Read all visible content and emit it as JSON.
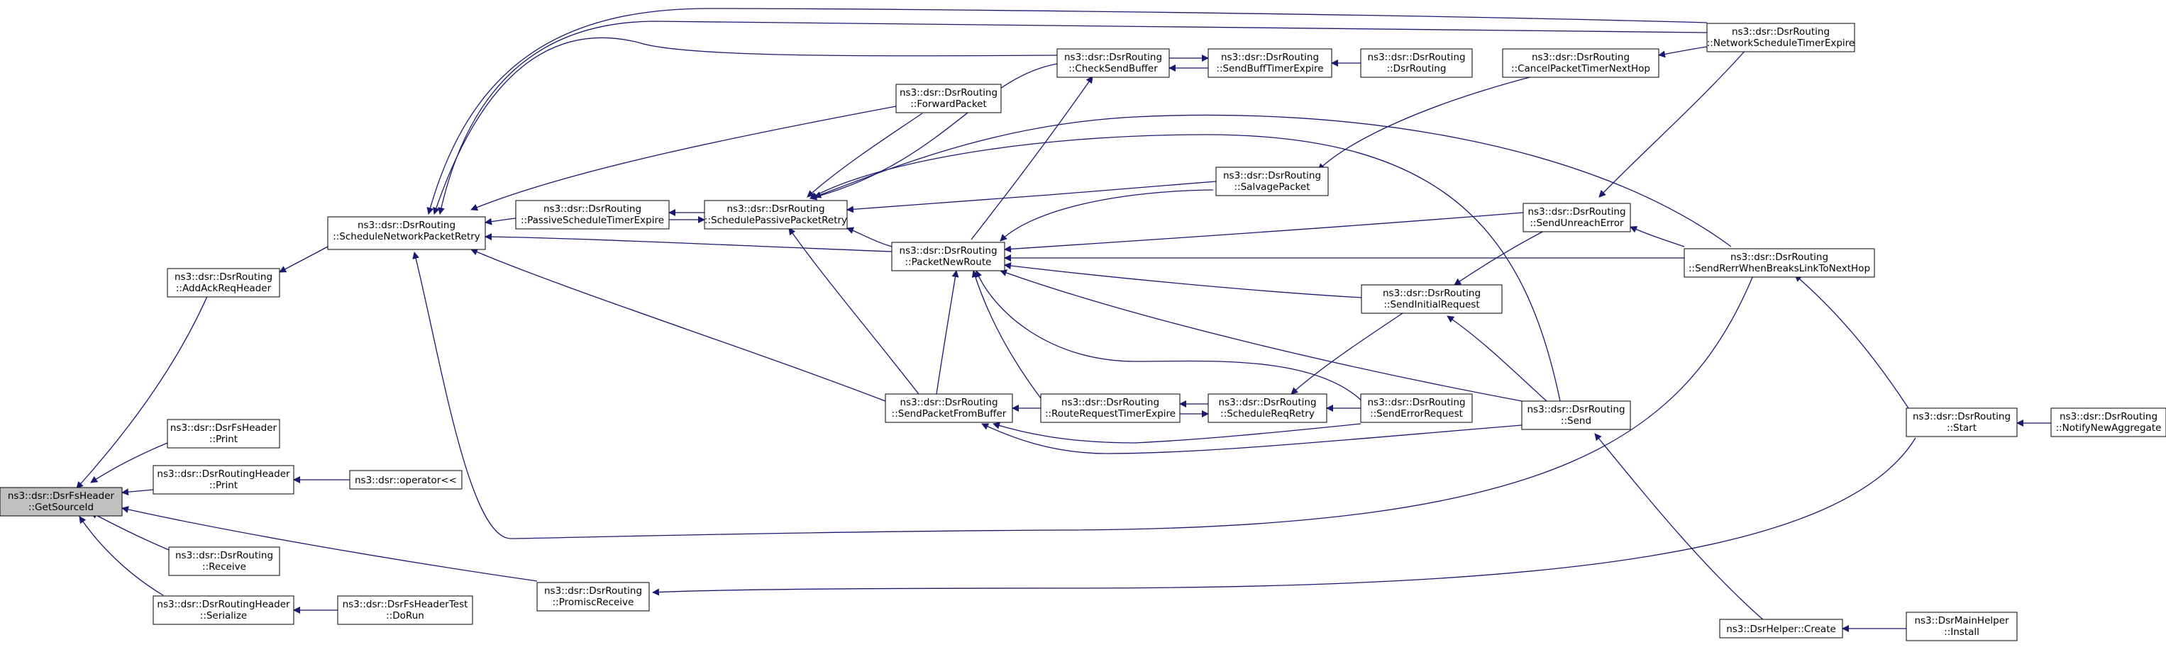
{
  "graph": {
    "title": "",
    "colors": {
      "node_fill": "#ffffff",
      "root_fill": "#bfbfbf",
      "edge": "#191970",
      "text": "#000000"
    },
    "nodes": {
      "getsourceid": {
        "line1": "ns3::dsr::DsrFsHeader",
        "line2": "::GetSourceId"
      },
      "addackreqheader": {
        "line1": "ns3::dsr::DsrRouting",
        "line2": "::AddAckReqHeader"
      },
      "fsheaderprint": {
        "line1": "ns3::dsr::DsrFsHeader",
        "line2": "::Print"
      },
      "routingheaderprint": {
        "line1": "ns3::dsr::DsrRoutingHeader",
        "line2": "::Print"
      },
      "receive": {
        "line1": "ns3::dsr::DsrRouting",
        "line2": "::Receive"
      },
      "serialize": {
        "line1": "ns3::dsr::DsrRoutingHeader",
        "line2": "::Serialize"
      },
      "operator": {
        "line1": "ns3::dsr::operator<<"
      },
      "dorun": {
        "line1": "ns3::dsr::DsrFsHeaderTest",
        "line2": "::DoRun"
      },
      "schedulenetwork": {
        "line1": "ns3::dsr::DsrRouting",
        "line2": "::ScheduleNetworkPacketRetry"
      },
      "passiveschedule": {
        "line1": "ns3::dsr::DsrRouting",
        "line2": "::PassiveScheduleTimerExpire"
      },
      "promiscreceive": {
        "line1": "ns3::dsr::DsrRouting",
        "line2": "::PromiscReceive"
      },
      "schedulepassive": {
        "line1": "ns3::dsr::DsrRouting",
        "line2": "::SchedulePassivePacketRetry"
      },
      "forwardpacket": {
        "line1": "ns3::dsr::DsrRouting",
        "line2": "::ForwardPacket"
      },
      "checksendbuffer": {
        "line1": "ns3::dsr::DsrRouting",
        "line2": "::CheckSendBuffer"
      },
      "packetnewroute": {
        "line1": "ns3::dsr::DsrRouting",
        "line2": "::PacketNewRoute"
      },
      "sendpacketfrombuffer": {
        "line1": "ns3::dsr::DsrRouting",
        "line2": "::SendPacketFromBuffer"
      },
      "sendbufftimer": {
        "line1": "ns3::dsr::DsrRouting",
        "line2": "::SendBuffTimerExpire"
      },
      "routerequesttimer": {
        "line1": "ns3::dsr::DsrRouting",
        "line2": "::RouteRequestTimerExpire"
      },
      "salvagepacket": {
        "line1": "ns3::dsr::DsrRouting",
        "line2": "::SalvagePacket"
      },
      "dsrrouting": {
        "line1": "ns3::dsr::DsrRouting",
        "line2": "::DsrRouting"
      },
      "sendinitialrequest": {
        "line1": "ns3::dsr::DsrRouting",
        "line2": "::SendInitialRequest"
      },
      "schedulereqretry": {
        "line1": "ns3::dsr::DsrRouting",
        "line2": "::ScheduleReqRetry"
      },
      "senderrorrequest": {
        "line1": "ns3::dsr::DsrRouting",
        "line2": "::SendErrorRequest"
      },
      "cancelpackettimer": {
        "line1": "ns3::dsr::DsrRouting",
        "line2": "::CancelPacketTimerNextHop"
      },
      "sendunreacherror": {
        "line1": "ns3::dsr::DsrRouting",
        "line2": "::SendUnreachError"
      },
      "send": {
        "line1": "ns3::dsr::DsrRouting",
        "line2": "::Send"
      },
      "networkschedule": {
        "line1": "ns3::dsr::DsrRouting",
        "line2": "::NetworkScheduleTimerExpire"
      },
      "sendrerr": {
        "line1": "ns3::dsr::DsrRouting",
        "line2": "::SendRerrWhenBreaksLinkToNextHop"
      },
      "start": {
        "line1": "ns3::dsr::DsrRouting",
        "line2": "::Start"
      },
      "notifynewaggregate": {
        "line1": "ns3::dsr::DsrRouting",
        "line2": "::NotifyNewAggregate"
      },
      "helpercreate": {
        "line1": "ns3::DsrHelper::Create"
      },
      "install": {
        "line1": "ns3::DsrMainHelper",
        "line2": "::Install"
      }
    }
  }
}
